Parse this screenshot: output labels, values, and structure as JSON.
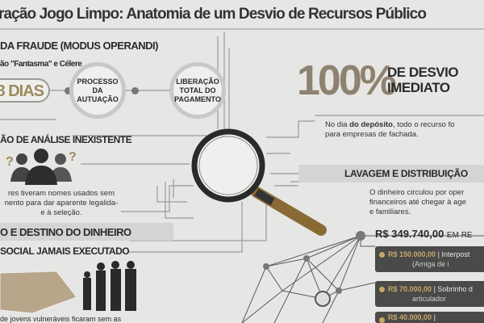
{
  "title": "ração Jogo Limpo: Anatomia de um Desvio de Recursos Público",
  "modus": {
    "heading": "DA FRAUDE (MODUS OPERANDI)",
    "subheading": "ão \"Fantasma\" e Célere",
    "days": "8 DIAS",
    "step1": "PROCESSO DA AUTUAÇÃO",
    "step2": "LIBERAÇÃO TOTAL DO PAGAMENTO"
  },
  "desvio": {
    "percent": "100%",
    "line1": "DE DESVIO",
    "line2": "IMEDIATO",
    "text_pre": "No dia ",
    "text_bold": "do depósito",
    "text_post": ", todo o recurso fo",
    "text_line2": "para empresas de fachada."
  },
  "analise": {
    "heading": "ÃO DE ANÁLISE INEXISTENTE",
    "text": [
      "res tiveram nomes usados sem",
      "nento para dar aparente legalida-",
      "e à seleção."
    ]
  },
  "destino": {
    "heading": "O E DESTINO DO DINHEIRO",
    "subheading": "SOCIAL JAMAIS EXECUTADO",
    "text": "de jovens vulneráveis ficaram sem as"
  },
  "lavagem": {
    "heading": "LAVAGEM E DISTRIBUIÇÃO",
    "text": [
      "O dinheiro circulou por oper",
      "financeiros até chegar à age",
      "e familiares."
    ],
    "total": "R$ 349.740,00",
    "total_suffix": "EM RE",
    "items": [
      {
        "amount": "R$ 150.000,00",
        "label": "| Interpost",
        "sub": "(Amiga de i"
      },
      {
        "amount": "R$ 70.000,00",
        "label": "| Sobrinho d",
        "sub": "articulador"
      },
      {
        "amount": "R$ 40.000,00",
        "label": "|",
        "sub": ""
      }
    ]
  }
}
